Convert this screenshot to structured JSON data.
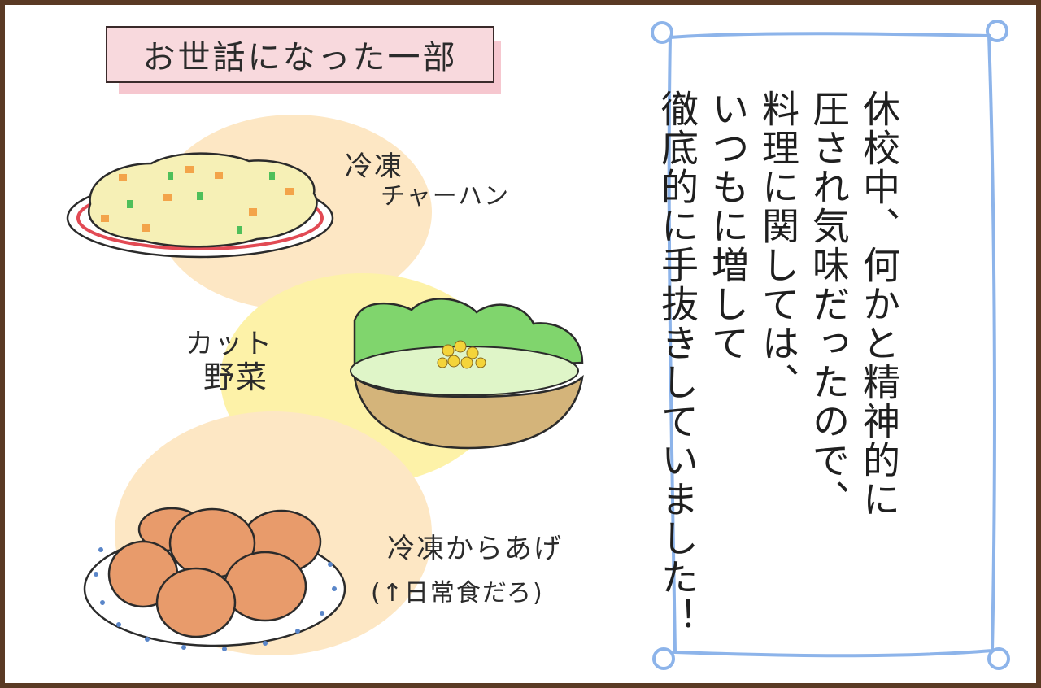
{
  "panel": {
    "title": "お世話になった一部",
    "items": [
      {
        "label_line1": "冷凍",
        "label_line2": "チャーハン"
      },
      {
        "label_line1": "カット",
        "label_line2": "野菜"
      },
      {
        "label_line1": "冷凍からあげ",
        "label_line2": "(↑日常食だろ)"
      }
    ],
    "narration": "休校中、何かと精神的に\n圧され気味だったので、\n料理に関しては、\nいつもに増して\n徹底的に手抜きしていました！"
  },
  "colors": {
    "border": "#5a3a24",
    "title_fill": "#f8d9dd",
    "blob_orange": "#fde7c4",
    "blob_yellow": "#fdf2a8",
    "frame_blue": "#8db4ea",
    "lettuce": "#7ed36b",
    "bowl": "#d4b47a",
    "chicken": "#e89b6b",
    "plate_dots": "#5a86c9"
  }
}
